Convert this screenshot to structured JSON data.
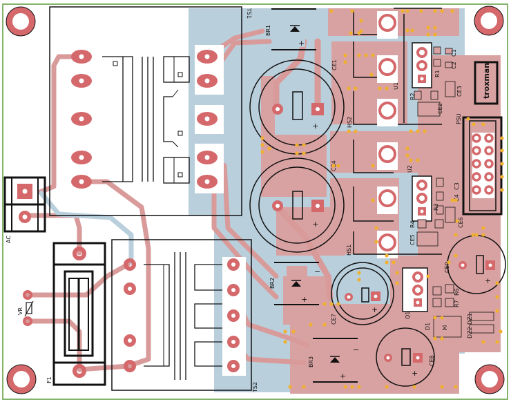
{
  "title": "PSU PCB layout",
  "colors": {
    "copper_top": "#d69a9a",
    "copper_fill": "#d9a2a2",
    "copper_bottom": "#b9cfdc",
    "pad": "#d4686b",
    "via": "#f0b030",
    "silk": "#111111",
    "outline": "#5a9a3a"
  },
  "logo": "troxman",
  "labels": {
    "ts1": "TS1",
    "ts2": "TS2",
    "ac": "AC",
    "f1": "F1",
    "vr": "VR",
    "br1": "BR1",
    "br2": "BR2",
    "br3": "BR3",
    "ce1": "CE1",
    "ce2": "CE2",
    "ce3": "CE3",
    "ce4": "CE4",
    "ce5": "CE5",
    "ce6": "CE6",
    "ce7": "CE7",
    "ce8": "CE8",
    "ce9": "CE9",
    "hs1": "HS1",
    "hs2": "HS2",
    "u1": "U1",
    "u2": "U2",
    "q1": "Q1",
    "d1": "D1",
    "dz1": "DZ1",
    "dz2": "DZ2",
    "r1": "R1",
    "r2": "R2",
    "r3": "R3",
    "r4": "R4",
    "r6": "R6",
    "r7": "R7",
    "c1": "C1",
    "c2": "C2",
    "c3": "C3",
    "c4": "C4",
    "psu": "PSU"
  },
  "symbols": {
    "ac_tilde": "~",
    "plus": "+",
    "minus": "−"
  }
}
